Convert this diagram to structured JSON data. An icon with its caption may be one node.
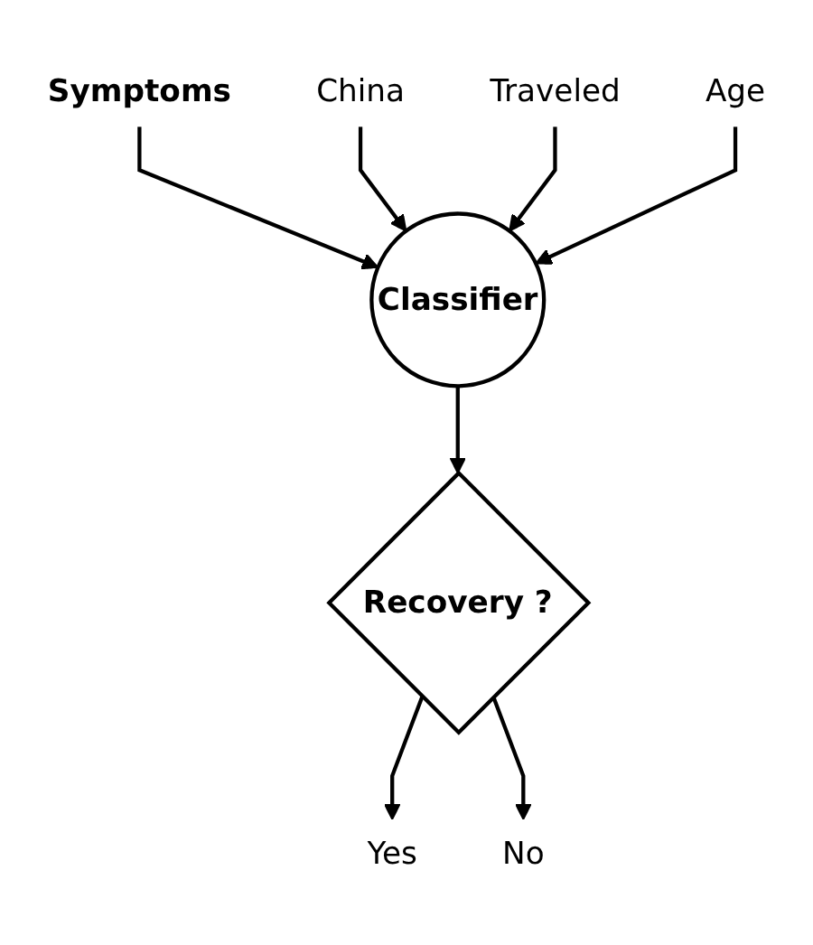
{
  "diagram": {
    "nodes": [
      {
        "text": [
          "Symptoms"
        ]
      },
      {
        "text": [
          "China"
        ]
      },
      {
        "text": [
          "Traveled"
        ]
      },
      {
        "text": [
          "Age"
        ]
      },
      {
        "text": [
          "Classifier"
        ]
      },
      {
        "text": [
          "Recovery ?"
        ]
      },
      {
        "text": [
          "Yes"
        ]
      },
      {
        "text": [
          "No"
        ]
      }
    ],
    "edges": [
      {
        "from": 0,
        "to": 4,
        "arrow": "to"
      },
      {
        "from": 1,
        "to": 4,
        "arrow": "to"
      },
      {
        "from": 2,
        "to": 4,
        "arrow": "to"
      },
      {
        "from": 3,
        "to": 4,
        "arrow": "to"
      },
      {
        "from": 4,
        "to": 5,
        "arrow": "to"
      },
      {
        "from": 5,
        "to": 6,
        "arrow": "to"
      },
      {
        "from": 5,
        "to": 7,
        "arrow": "to"
      }
    ]
  }
}
